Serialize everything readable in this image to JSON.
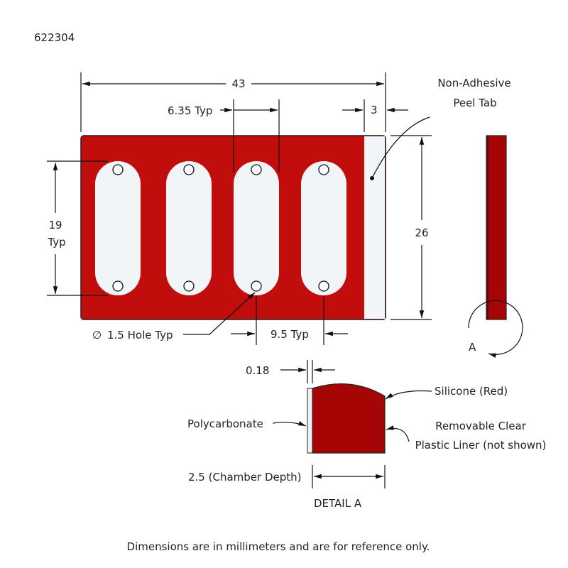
{
  "part_number": "622304",
  "dimensions": {
    "overall_width": "43",
    "slot_width": "6.35 Typ",
    "tab_width": "3",
    "slot_length_line1": "19",
    "slot_length_line2": "Typ",
    "overall_height": "26",
    "hole": "1.5 Hole Typ",
    "pitch": "9.5 Typ",
    "polycarbonate_thickness": "0.18",
    "chamber_depth": "2.5 (Chamber Depth)"
  },
  "labels": {
    "peel_tab_line1": "Non-Adhesive",
    "peel_tab_line2": "Peel Tab",
    "detail_callout": "A",
    "silicone": "Silicone (Red)",
    "liner_line1": "Removable Clear",
    "liner_line2": "Plastic Liner (not shown)",
    "polycarbonate": "Polycarbonate",
    "detail_title": "DETAIL A"
  },
  "footer_note": "Dimensions are in millimeters and are for reference only.",
  "colors": {
    "silicone": "#c20d0d",
    "silicone_detail": "#a50505",
    "clear": "#f2f5f7"
  }
}
